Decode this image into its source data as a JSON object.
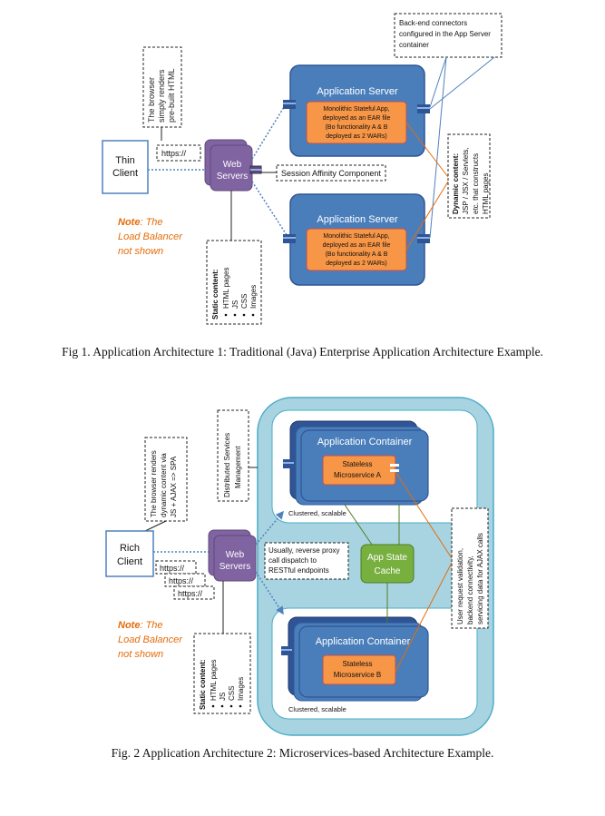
{
  "fig1": {
    "browser_note": [
      "The browser",
      "simply renders",
      "pre-built HTML"
    ],
    "thin_client": [
      "Thin",
      "Client"
    ],
    "protocol": "https://",
    "web_servers": [
      "Web",
      "Servers"
    ],
    "session_affinity": "Session Affinity Component",
    "load_balancer_note": [
      "Note: The",
      "Load Balancer",
      "not shown"
    ],
    "app_server_title": "Application Server",
    "monolith": [
      "Monolithic Stateful App,",
      "deployed as an EAR file",
      "(Bo functionality A & B",
      "deployed as 2 WARs)"
    ],
    "backend_note": [
      "Back-end connectors",
      "configured in the App Server",
      "container"
    ],
    "dynamic_note": [
      "Dynamic content:",
      "JSP / JSX / Servlets,",
      "etc. that constructs",
      "HTML pages"
    ],
    "static_note": [
      "Static content:",
      "HTML pages",
      "JS",
      "CSS",
      "Images"
    ],
    "caption": "Fig 1. Application Architecture 1: Traditional (Java) Enterprise Application Architecture Example."
  },
  "fig2": {
    "browser_note": [
      "The browser renders",
      "dynamic content via",
      "JS + AJAX => SPA"
    ],
    "distributed_note": [
      "Distributed Services",
      "Management"
    ],
    "rich_client": [
      "Rich",
      "Client"
    ],
    "protocol": "https://",
    "web_servers": [
      "Web",
      "Servers"
    ],
    "proxy_note": [
      "Usually, reverse proxy",
      "call dispatch to",
      "RESTful endpoints"
    ],
    "load_balancer_note": [
      "Note: The",
      "Load Balancer",
      "not shown"
    ],
    "app_container_title": "Application Container",
    "microservice_a": [
      "Stateless",
      "Microservice A"
    ],
    "microservice_b": [
      "Stateless",
      "Microservice B"
    ],
    "clustered": "Clustered, scalable",
    "cache": [
      "App State",
      "Cache"
    ],
    "validation_note": [
      "User request validation,",
      "backend connectivity,",
      "servicing data for AJAX calls"
    ],
    "static_note": [
      "Static content:",
      "HTML pages",
      "JS",
      "CSS",
      "Images"
    ],
    "caption": "Fig. 2 Application Architecture 2: Microservices-based Architecture Example."
  },
  "colors": {
    "server_blue": "#4a7ebb",
    "server_dark": "#2f5597",
    "web_purple": "#8064a2",
    "micro_orange": "#f79646",
    "cache_green": "#77b03f",
    "note_orange": "#e36c0a",
    "cluster_bg": "#a8d4e2",
    "thin_border": "#4f81bd"
  }
}
